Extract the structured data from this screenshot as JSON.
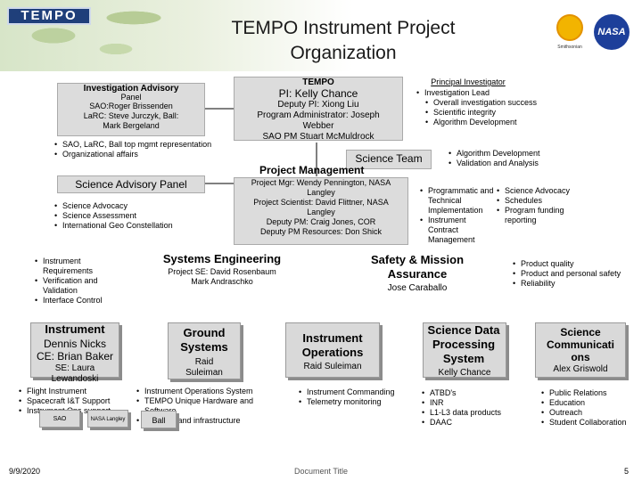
{
  "header": {
    "logo": "TEMPO",
    "title_line1": "TEMPO Instrument Project",
    "title_line2": "Organization",
    "smithsonian_label": "Smithsonian",
    "nasa_label": "NASA"
  },
  "advisory": {
    "title": "Investigation Advisory",
    "panel": "Panel",
    "body": [
      "SAO:Roger Brissenden",
      "LaRC: Steve Jurczyk, Ball:",
      "Mark Bergeland"
    ],
    "bullets": [
      "SAO, LaRC, Ball top mgmt representation",
      "Organizational affairs"
    ]
  },
  "sci_advisory": {
    "title": "Science Advisory Panel",
    "bullets": [
      "Science Advocacy",
      "Science Assessment",
      "International Geo Constellation"
    ]
  },
  "tempo_box": {
    "title": "TEMPO",
    "pi": "PI: Kelly Chance",
    "lines": [
      "Deputy PI: Xiong Liu",
      "Program Administrator: Joseph",
      "Webber",
      "SAO PM Stuart McMuldrock"
    ]
  },
  "pi_info": {
    "title": "Principal Investigator",
    "bullets": [
      "Investigation Lead",
      "Overall investigation success",
      "Scientific integrity",
      "Algorithm Development"
    ]
  },
  "science_team": {
    "label": "Science Team",
    "bullets": [
      "Algorithm Development",
      "Validation and Analysis"
    ]
  },
  "project_mgmt": {
    "title": "Project Management",
    "lines": [
      "Project Mgr: Wendy Pennington, NASA",
      "Langley",
      "Project Scientist: David Flittner, NASA",
      "Langley",
      "Deputy PM: Craig Jones, COR",
      "Deputy PM Resources: Don Shick"
    ],
    "bullets_left": [
      "Programmatic and Technical Implementation",
      "Instrument Contract Management"
    ],
    "bullets_right": [
      "Science Advocacy",
      "Schedules",
      "Program funding reporting"
    ]
  },
  "systems_eng": {
    "title": "Systems Engineering",
    "line1": "Project SE: David Rosenbaum",
    "line2": "Mark Andraschko",
    "bullets": [
      "Instrument Requirements",
      "Verification and Validation",
      "Interface Control"
    ]
  },
  "safety": {
    "title_line1": "Safety & Mission",
    "title_line2": "Assurance",
    "name": "Jose Caraballo",
    "bullets": [
      "Product quality",
      "Product and personal safety",
      "Reliability"
    ]
  },
  "instrument": {
    "title": "Instrument",
    "lines": [
      "Dennis Nicks",
      "CE: Brian Baker"
    ],
    "se": [
      "SE: Laura",
      "Lewandoski"
    ],
    "bullets": [
      "Flight Instrument",
      "Spacecraft I&T Support",
      "Instrument Ops support"
    ],
    "sub_sao": "SAO",
    "sub_nasa": "NASA Langley"
  },
  "ground": {
    "title_line1": "Ground",
    "title_line2": "Systems",
    "name_line1": "Raid",
    "name_line2": "Suleiman",
    "bullets": [
      "Instrument Operations System",
      "TEMPO Unique Hardware and Software",
      "Facilities and infrastructure"
    ],
    "sub_ball": "Ball"
  },
  "inst_ops": {
    "title_line1": "Instrument",
    "title_line2": "Operations",
    "name": "Raid Suleiman",
    "bullets": [
      "Instrument Commanding",
      "Telemetry monitoring"
    ]
  },
  "sdps": {
    "title_line1": "Science Data",
    "title_line2": "Processing",
    "title_line3": "System",
    "name": "Kelly Chance",
    "bullets": [
      "ATBD's",
      "INR",
      "L1-L3 data products",
      "DAAC"
    ]
  },
  "sci_comm": {
    "title_line1": "Science",
    "title_line2": "Communicati",
    "title_line3": "ons",
    "name": "Alex Griswold",
    "bullets": [
      "Public Relations",
      "Education",
      "Outreach",
      "Student Collaboration"
    ]
  },
  "footer": {
    "date": "9/9/2020",
    "title": "Document Title",
    "page": "5"
  }
}
